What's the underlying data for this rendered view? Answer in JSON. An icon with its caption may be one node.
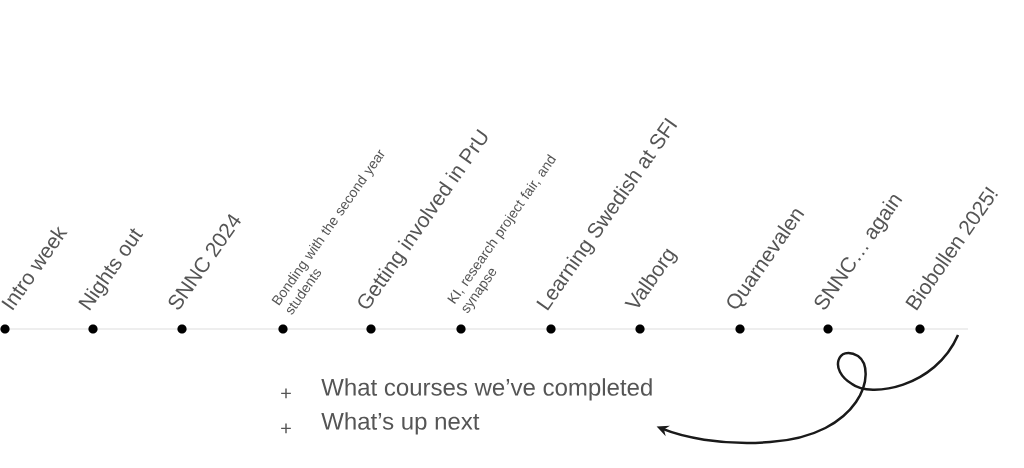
{
  "diagram": {
    "nodes": [
      {
        "text": [
          "Intro week"
        ]
      },
      {
        "text": [
          "Nights out"
        ]
      },
      {
        "text": [
          "SNNC 2024"
        ]
      },
      {
        "text": [
          "Bonding with the second year students"
        ]
      },
      {
        "text": [
          "Getting involved in PrU"
        ]
      },
      {
        "text": [
          "KI, research project fair, and synapse"
        ]
      },
      {
        "text": [
          "Learning Swedish at SFI"
        ]
      },
      {
        "text": [
          "Valborg"
        ]
      },
      {
        "text": [
          "Quarnevalen"
        ]
      },
      {
        "text": [
          "SNNC… again"
        ]
      },
      {
        "text": [
          "Biobollen 2025!"
        ]
      },
      {
        "text": [
          "What courses we’ve completed",
          "What’s up next"
        ]
      }
    ],
    "edges": [
      {
        "from": null,
        "to": 11,
        "arrow": "to"
      }
    ],
    "labels": [
      "+",
      "+"
    ]
  }
}
